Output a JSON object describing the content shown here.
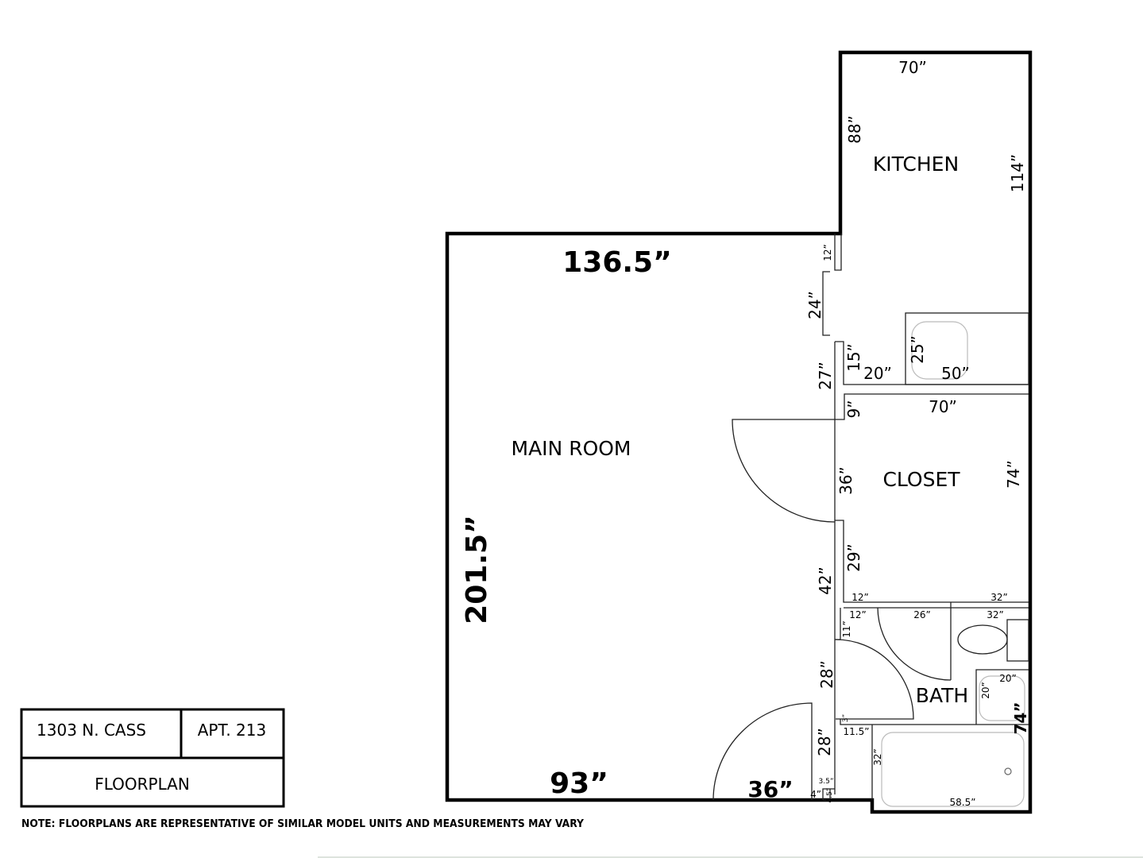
{
  "rooms": {
    "kitchen": "KITCHEN",
    "main_room": "MAIN ROOM",
    "closet": "CLOSET",
    "bath": "BATH"
  },
  "dimensions": {
    "kitchen_top": "70”",
    "kitchen_left": "88”",
    "kitchen_right": "114”",
    "main_top": "136.5”",
    "main_left": "201.5”",
    "main_bottom": "93”",
    "entry_door": "36”",
    "wall_12": "12”",
    "opening_24": "24”",
    "wall_15": "15”",
    "wall_27": "27”",
    "counter_20": "20”",
    "appliance_25": "25”",
    "appliance_50": "50”",
    "closet_top": "70”",
    "closet_9": "9”",
    "closet_door_36": "36”",
    "closet_right": "74”",
    "closet_29": "29”",
    "wall_42": "42”",
    "bath_12a": "12”",
    "bath_12b": "12”",
    "bath_32a": "32”",
    "bath_26": "26”",
    "bath_32b": "32”",
    "bath_11": "11”",
    "bath_door_28": "28”",
    "lower_28": "28”",
    "sink_20w": "20”",
    "sink_20h": "20”",
    "bath_right_74": "74”",
    "bath_3": "3”",
    "bath_11_5": "11.5”",
    "tub_32": "32”",
    "tub_58_5": "58.5”",
    "small_3_5": "3.5”",
    "small_4": "4”",
    "small_4_5": "4.5”"
  },
  "title_block": {
    "address": "1303 N. CASS",
    "unit": "APT. 213",
    "label": "FLOORPLAN"
  },
  "note": "NOTE: FLOORPLANS ARE REPRESENTATIVE OF SIMILAR MODEL UNITS AND MEASUREMENTS MAY VARY"
}
